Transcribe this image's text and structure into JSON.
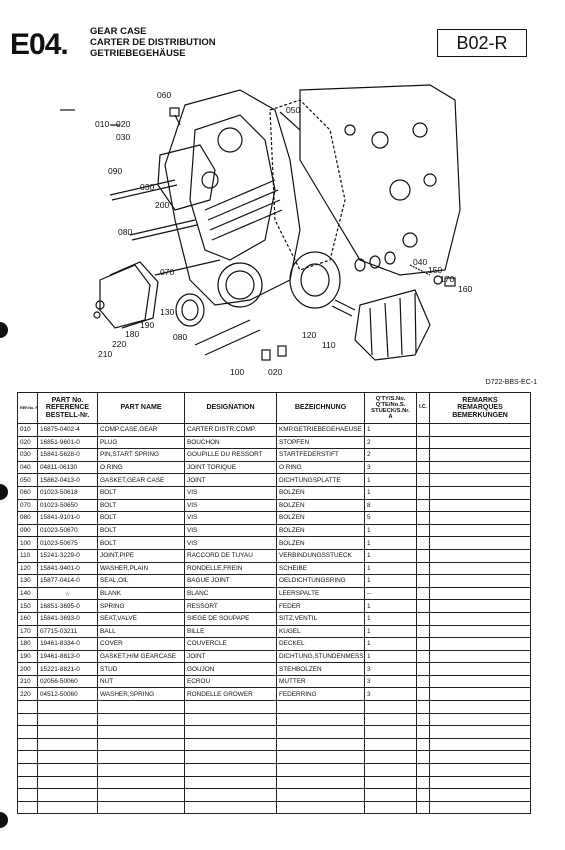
{
  "header": {
    "section_code": "E04.",
    "title_en": "GEAR CASE",
    "title_fr": "CARTER DE DISTRIBUTION",
    "title_de": "GETRIEBEGEHÄUSE",
    "page_ref": "B02-R"
  },
  "diagram": {
    "callouts": [
      "060",
      "050",
      "010",
      "020",
      "030",
      "090",
      "030",
      "200",
      "080",
      "070",
      "130",
      "190",
      "180",
      "220",
      "210",
      "080",
      "100",
      "020",
      "120",
      "110",
      "040",
      "150",
      "170",
      "160"
    ],
    "drawing_code": "D722-BBS-EC-1"
  },
  "table": {
    "headers": {
      "ref_no": "REF.No. POS.No. BILD-Nr.",
      "part_no_1": "PART No.",
      "part_no_2": "REFERENCE",
      "part_no_3": "BESTELL-Nr.",
      "part_name": "PART NAME",
      "designation": "DESIGNATION",
      "bezeichnung": "BEZEICHNUNG",
      "qty_1": "Q'TY/S.No.",
      "qty_2": "Q'TE/No.S.",
      "qty_3": "STUECK/S.Nr.",
      "qty_4": "A",
      "ic": "I.C.",
      "remarks_1": "REMARKS",
      "remarks_2": "REMARQUES",
      "remarks_3": "BEMERKUNGEN"
    },
    "rows": [
      {
        "ref": "010",
        "part": "16875-0402-4",
        "name": "COMP.CASE,GEAR",
        "desig": "CARTER DISTR.COMP.",
        "bez": "KMP.GETRIEBEGEHAEUSE",
        "qty": "1"
      },
      {
        "ref": "020",
        "part": "16851-9601-0",
        "name": "PLUG",
        "desig": "BOUCHON",
        "bez": "STOPFEN",
        "qty": "2"
      },
      {
        "ref": "030",
        "part": "15841-5628-0",
        "name": "PIN,START SPRING",
        "desig": "GOUPILLE DU RESSORT",
        "bez": "STARTFEDERSTIFT",
        "qty": "2"
      },
      {
        "ref": "040",
        "part": "04811-06130",
        "name": "O RING",
        "desig": "JOINT TORIQUE",
        "bez": "O RING",
        "qty": "3"
      },
      {
        "ref": "050",
        "part": "15862-0413-0",
        "name": "GASKET,GEAR CASE",
        "desig": "JOINT",
        "bez": "DICHTUNGSPLATTE",
        "qty": "1"
      },
      {
        "ref": "060",
        "part": "01023-50618",
        "name": "BOLT",
        "desig": "VIS",
        "bez": "BOLZEN",
        "qty": "1"
      },
      {
        "ref": "070",
        "part": "01023-50650",
        "name": "BOLT",
        "desig": "VIS",
        "bez": "BOLZEN",
        "qty": "8"
      },
      {
        "ref": "080",
        "part": "15841-9101-0",
        "name": "BOLT",
        "desig": "VIS",
        "bez": "BOLZEN",
        "qty": "5"
      },
      {
        "ref": "090",
        "part": "01023-50670",
        "name": "BOLT",
        "desig": "VIS",
        "bez": "BOLZEN",
        "qty": "1"
      },
      {
        "ref": "100",
        "part": "01023-50675",
        "name": "BOLT",
        "desig": "VIS",
        "bez": "BOLZEN",
        "qty": "1"
      },
      {
        "ref": "110",
        "part": "15241-3229-0",
        "name": "JOINT,PIPE",
        "desig": "RACCORD DE TUYAU",
        "bez": "VERBINDUNGSSTUECK",
        "qty": "1"
      },
      {
        "ref": "120",
        "part": "15841-9401-0",
        "name": "WASHER,PLAIN",
        "desig": "RONDELLE,FREIN",
        "bez": "SCHEIBE",
        "qty": "1"
      },
      {
        "ref": "130",
        "part": "15877-0414-0",
        "name": "SEAL,OIL",
        "desig": "BAGUE JOINT",
        "bez": "OELDICHTUNGSRING",
        "qty": "1"
      },
      {
        "ref": "140",
        "part": "☆",
        "name": "BLANK",
        "desig": "BLANC",
        "bez": "LEERSPALTE",
        "qty": "–"
      },
      {
        "ref": "150",
        "part": "16851-3695-0",
        "name": "SPRING",
        "desig": "RESSORT",
        "bez": "FEDER",
        "qty": "1"
      },
      {
        "ref": "160",
        "part": "15841-3693-0",
        "name": "SEAT,VALVE",
        "desig": "SIEGE DE SOUPAPE",
        "bez": "SITZ,VENTIL",
        "qty": "1"
      },
      {
        "ref": "170",
        "part": "07715-03211",
        "name": "BALL",
        "desig": "BILLE",
        "bez": "KUGEL",
        "qty": "1"
      },
      {
        "ref": "180",
        "part": "19461-8334-0",
        "name": "COVER",
        "desig": "COUVERCLE",
        "bez": "DECKEL",
        "qty": "1"
      },
      {
        "ref": "190",
        "part": "19461-8813-0",
        "name": "GASKET,H/M GEARCASE",
        "desig": "JOINT",
        "bez": "DICHTUNG,STUNDENMESS",
        "qty": "1"
      },
      {
        "ref": "200",
        "part": "15221-8821-0",
        "name": "STUD",
        "desig": "GOUJON",
        "bez": "STEHBOLZEN",
        "qty": "3"
      },
      {
        "ref": "210",
        "part": "02056-50060",
        "name": "NUT",
        "desig": "ECROU",
        "bez": "MUTTER",
        "qty": "3"
      },
      {
        "ref": "220",
        "part": "04512-50060",
        "name": "WASHER,SPRING",
        "desig": "RONDELLE GROWER",
        "bez": "FEDERRING",
        "qty": "3"
      }
    ],
    "empty_rows": 9
  }
}
